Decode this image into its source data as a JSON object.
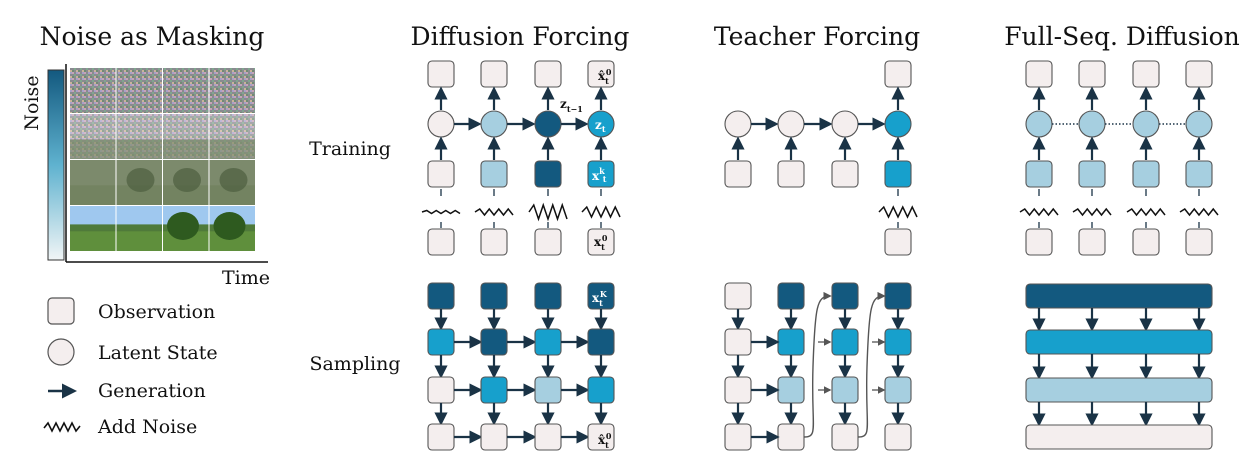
{
  "titles": {
    "noise_as_masking": "Noise as Masking",
    "diffusion_forcing": "Diffusion Forcing",
    "teacher_forcing": "Teacher Forcing",
    "full_seq_diffusion": "Full-Seq. Diffusion"
  },
  "rows": {
    "training": "Training",
    "sampling": "Sampling"
  },
  "axes": {
    "noise": "Noise",
    "time": "Time"
  },
  "legend": {
    "observation": "Observation",
    "latent_state": "Latent State",
    "generation": "Generation",
    "add_noise": "Add Noise"
  },
  "math": {
    "x_hat_0": "x̂",
    "x_0": "x",
    "x_k": "x",
    "x_K": "x",
    "z_t": "z",
    "z_t_minus_1": "z",
    "sub_t": "t",
    "sup_0": "0",
    "sup_K": "K",
    "sup_kt": "k",
    "sub_t_minus_1": "t−1"
  },
  "colors": {
    "pale": "#f4eeee",
    "light": "#a6cfe0",
    "mid": "#17a0cc",
    "dark": "#13597f",
    "stroke": "#555555",
    "arrow": "#1a3346"
  }
}
